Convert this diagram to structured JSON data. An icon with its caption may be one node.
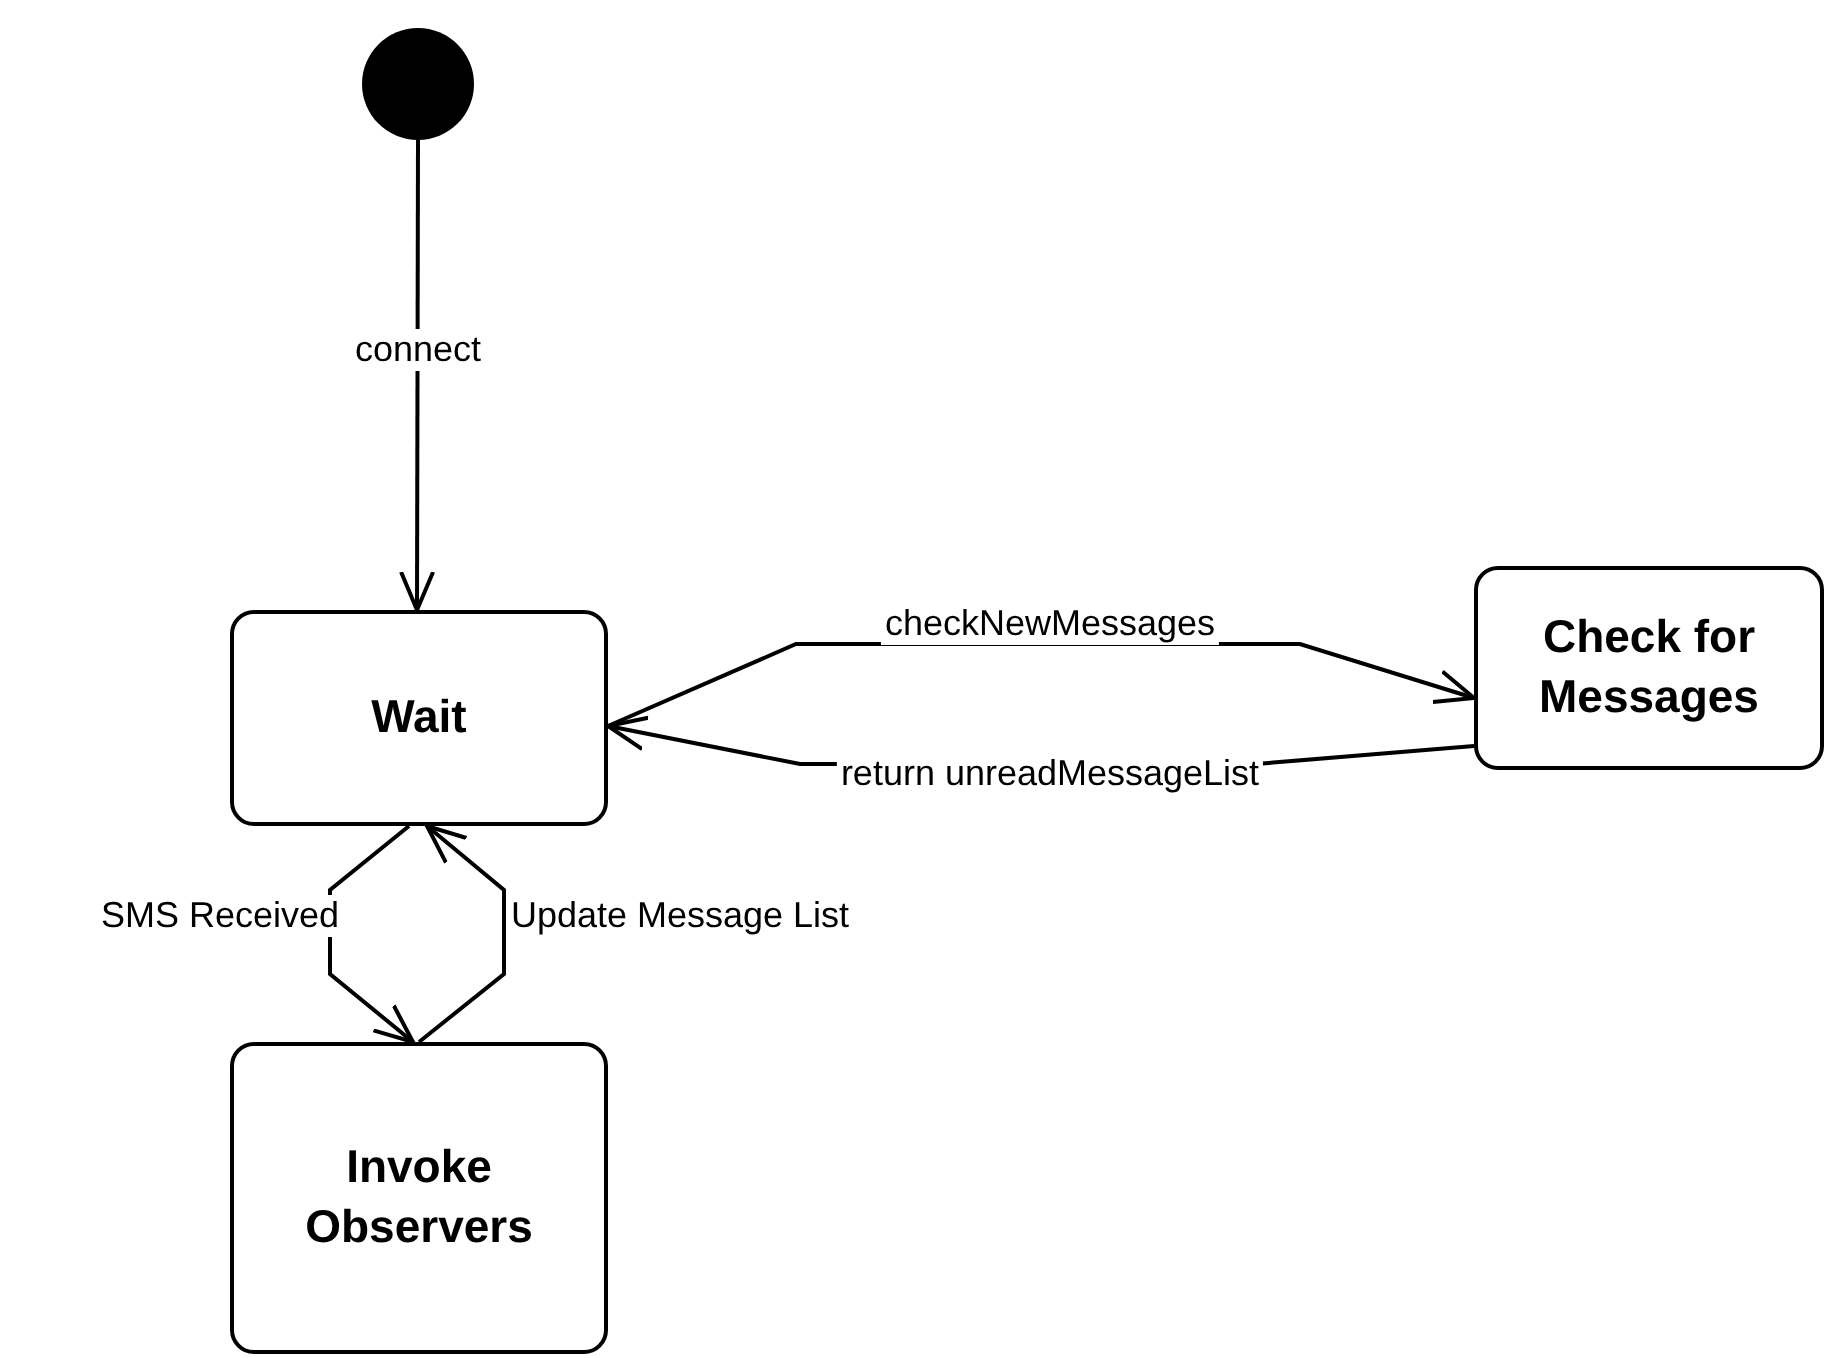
{
  "diagram": {
    "nodes": [
      {
        "text": [],
        "shape": "circle"
      },
      {
        "text": [
          "Wait"
        ]
      },
      {
        "text": [
          "Check for Messages"
        ]
      },
      {
        "text": [
          "Invoke Observers"
        ]
      }
    ],
    "edges": [
      {
        "from": 0,
        "to": 1,
        "arrow": "to",
        "label": "connect"
      },
      {
        "from": 1,
        "to": 2,
        "arrow": "to",
        "label": "checkNewMessages"
      },
      {
        "from": 2,
        "to": 1,
        "arrow": "to",
        "label": "return unreadMessageList"
      },
      {
        "from": 1,
        "to": 3,
        "arrow": "to",
        "label": "SMS Received"
      },
      {
        "from": 3,
        "to": 1,
        "arrow": "to",
        "label": "Update Message List"
      }
    ]
  }
}
